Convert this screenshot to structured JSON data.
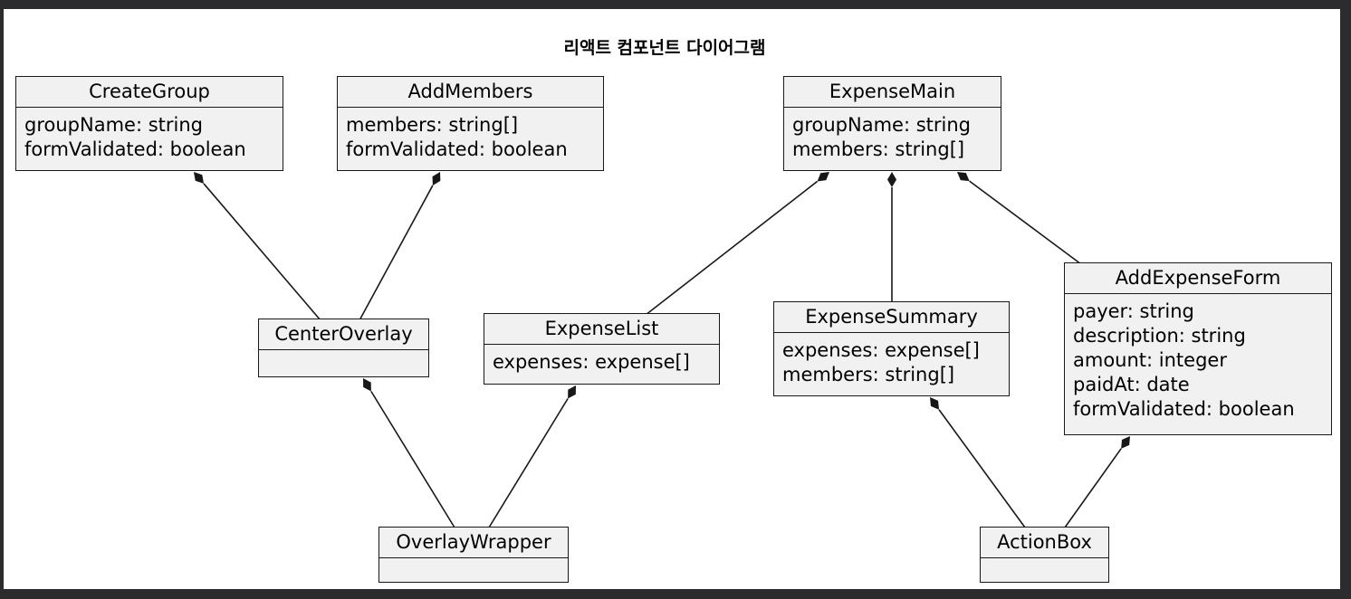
{
  "title": "리액트 컴포넌트 다이어그램",
  "classes": {
    "create_group": {
      "name": "CreateGroup",
      "attributes": [
        "groupName: string",
        "formValidated: boolean"
      ]
    },
    "add_members": {
      "name": "AddMembers",
      "attributes": [
        "members: string[]",
        "formValidated: boolean"
      ]
    },
    "expense_main": {
      "name": "ExpenseMain",
      "attributes": [
        "groupName: string",
        "members: string[]"
      ]
    },
    "center_overlay": {
      "name": "CenterOverlay",
      "attributes": []
    },
    "expense_list": {
      "name": "ExpenseList",
      "attributes": [
        "expenses: expense[]"
      ]
    },
    "expense_summary": {
      "name": "ExpenseSummary",
      "attributes": [
        "expenses: expense[]",
        "members: string[]"
      ]
    },
    "add_expense_form": {
      "name": "AddExpenseForm",
      "attributes": [
        "payer: string",
        "description: string",
        "amount: integer",
        "paidAt: date",
        "formValidated: boolean"
      ]
    },
    "overlay_wrapper": {
      "name": "OverlayWrapper",
      "attributes": []
    },
    "action_box": {
      "name": "ActionBox",
      "attributes": []
    }
  },
  "compositions": [
    {
      "whole": "CreateGroup",
      "part": "CenterOverlay"
    },
    {
      "whole": "AddMembers",
      "part": "CenterOverlay"
    },
    {
      "whole": "ExpenseMain",
      "part": "ExpenseList"
    },
    {
      "whole": "ExpenseMain",
      "part": "ExpenseSummary"
    },
    {
      "whole": "ExpenseMain",
      "part": "AddExpenseForm"
    },
    {
      "whole": "CenterOverlay",
      "part": "OverlayWrapper"
    },
    {
      "whole": "ExpenseList",
      "part": "OverlayWrapper"
    },
    {
      "whole": "ExpenseSummary",
      "part": "ActionBox"
    },
    {
      "whole": "AddExpenseForm",
      "part": "ActionBox"
    }
  ]
}
